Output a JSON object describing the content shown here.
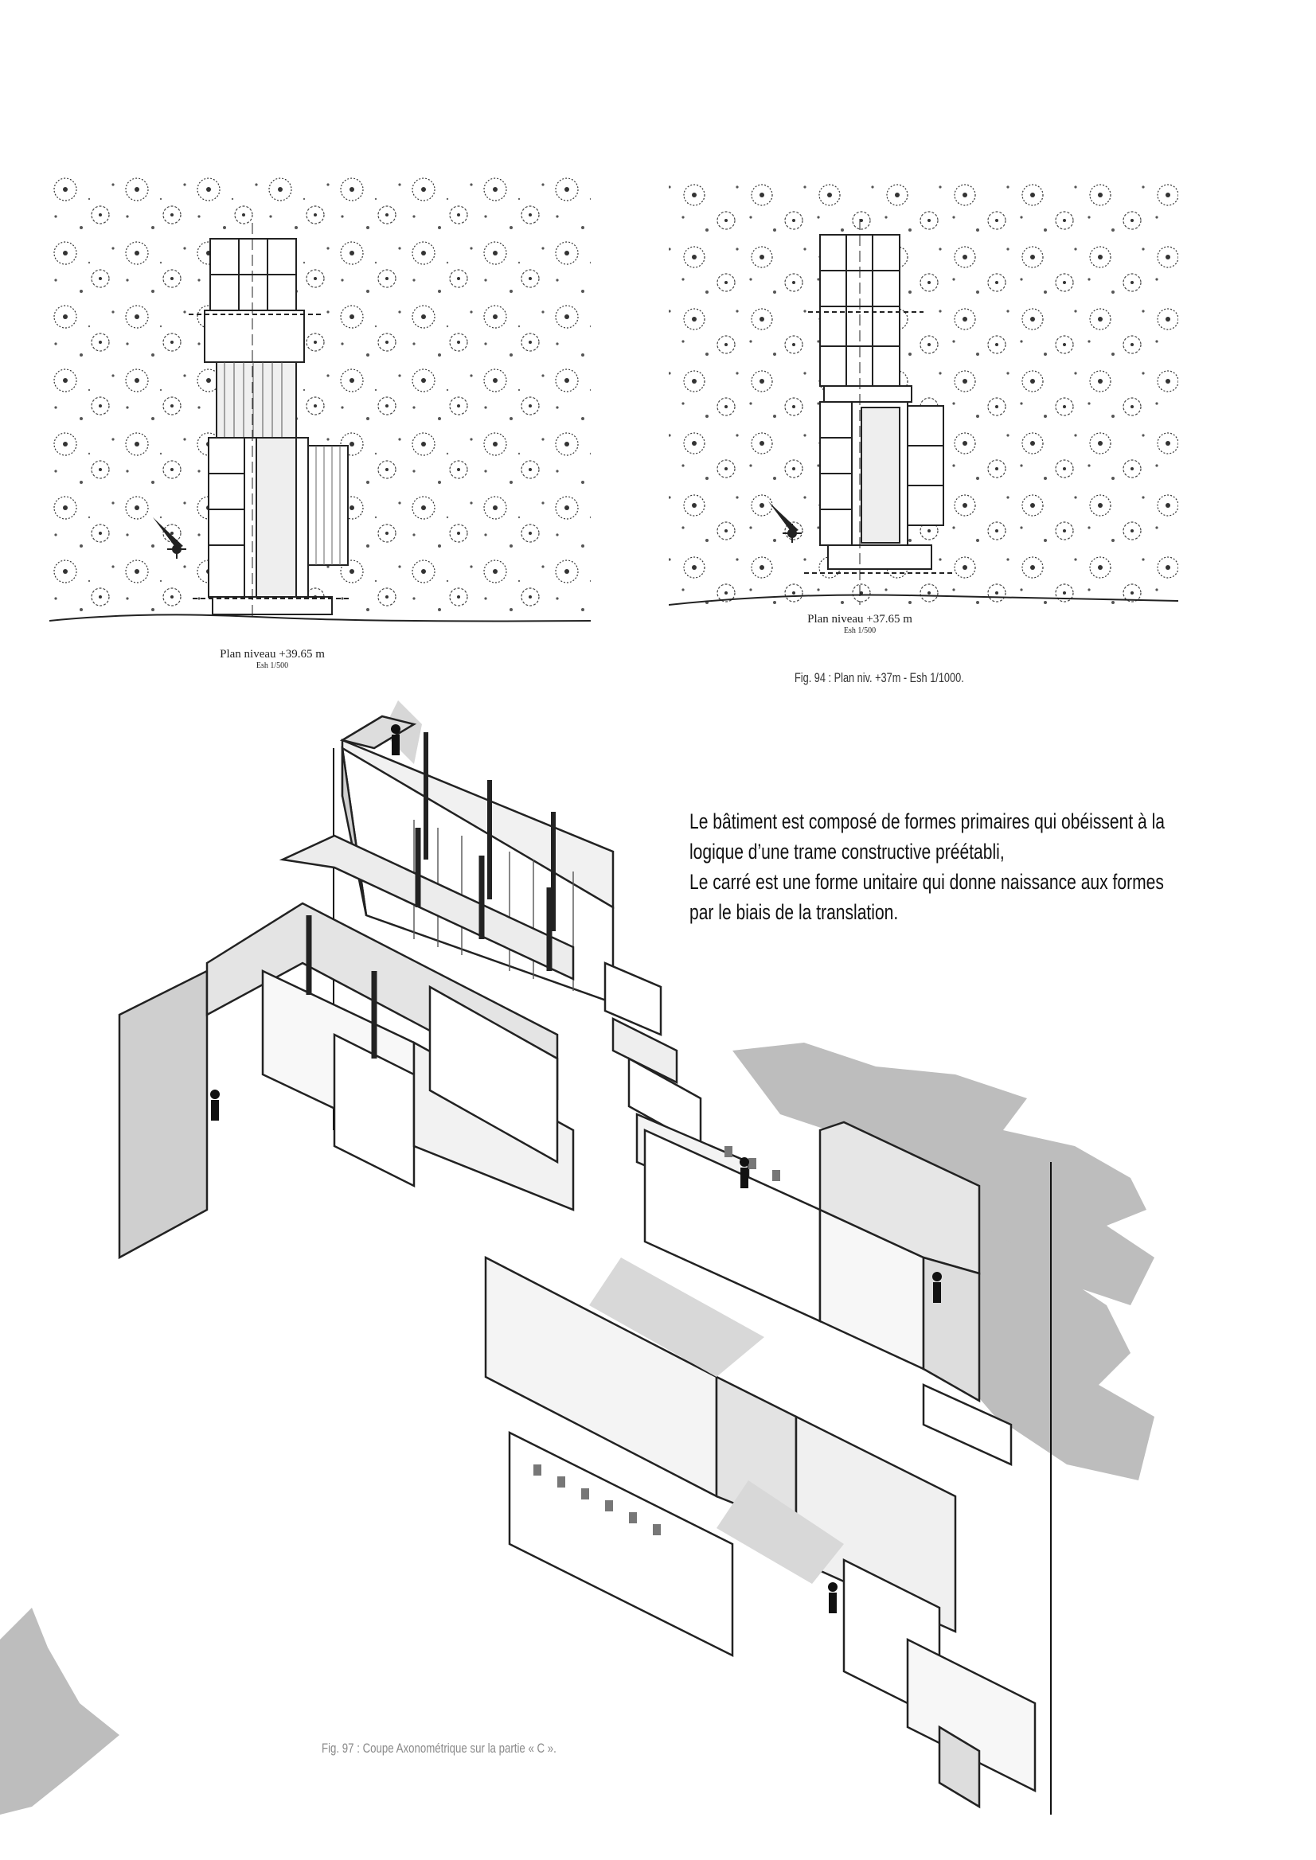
{
  "plans": [
    {
      "label": "Plan niveau +39.65 m",
      "scale": "Esh 1/500"
    },
    {
      "label": "Plan niveau +37.65 m",
      "scale": "Esh 1/500"
    }
  ],
  "fig94_caption": "Fig. 94 : Plan niv. +37m - Esh 1/1000.",
  "paragraph": [
    "Le bâtiment est composé de formes primaires qui obéissent à la",
    "logique d’une trame constructive préétabli,",
    "Le carré est une forme unitaire qui donne naissance aux formes",
    "par le biais de la translation."
  ],
  "fig97_caption": "Fig. 97 : Coupe Axonométrique sur la partie « C »."
}
